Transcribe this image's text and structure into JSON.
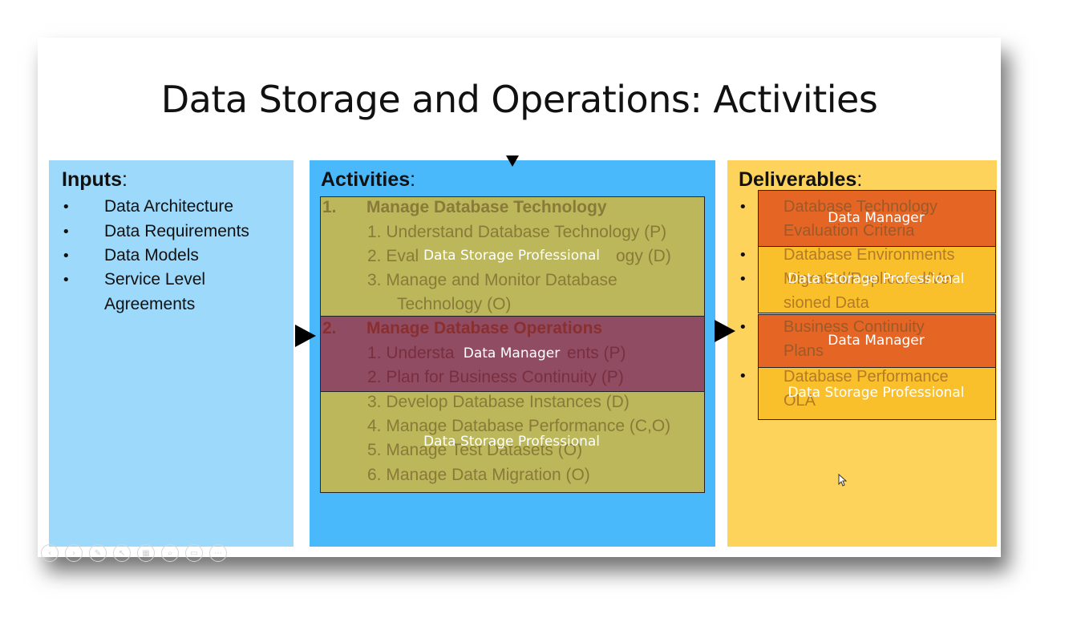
{
  "slide": {
    "title": "Data Storage and Operations: Activities"
  },
  "inputs": {
    "heading": "Inputs",
    "colon": ":",
    "items": [
      "Data Architecture",
      "Data Requirements",
      "Data Models",
      "Service Level",
      "Agreements"
    ],
    "bullet": "•"
  },
  "activities": {
    "heading": "Activities",
    "colon": ":",
    "g1_num": "1.",
    "g1_title": "Manage Database Technology",
    "g1_items": [
      "1. Understand Database Technology (P)",
      "2. Eval",
      "ogy (D)",
      "3. Manage and Monitor Database",
      "Technology (O)"
    ],
    "g2_num": "2.",
    "g2_title": "Manage Database Operations",
    "g2_items": [
      "1. Understa",
      "ents (P)",
      "2. Plan for Business Continuity (P)",
      "3. Develop Database Instances (D)",
      "4. Manage Database Performance (C,O)",
      "5. Manage Test Datasets (O)",
      "6. Manage Data Migration (O)"
    ]
  },
  "deliverables": {
    "heading": "Deliverables",
    "colon": ":",
    "bullet": "•",
    "items": [
      "Database Technology",
      "Evaluation Criteria",
      "Database Environments",
      "Migrated/Replicated/Ver",
      "sioned Data",
      "Business Continuity",
      "Plans",
      "Database Performance",
      "OLA"
    ]
  },
  "overlays": {
    "act1": "Data Storage Professional",
    "act2": "Data Manager",
    "act3": "Data Storage Professional",
    "del1": "Data Manager",
    "del2": "Data Storage Professional",
    "del3": "Data Manager",
    "del4": "Data Storage Professional"
  },
  "colors": {
    "inputs_bg": "#9dd9fb",
    "activities_bg": "#49b9fb",
    "deliverables_bg": "#fdd35b",
    "overlay_olive": "#c4b74e",
    "overlay_maroon": "#964456",
    "overlay_orange": "#e45f23",
    "overlay_gold": "#fabe28"
  },
  "toolbar": {
    "icons": [
      "back-icon",
      "forward-icon",
      "pen-icon",
      "pointer-icon",
      "slides-icon",
      "zoom-icon",
      "subtitles-icon",
      "more-icon"
    ],
    "glyphs": [
      "‹",
      "›",
      "✎",
      "↖",
      "▦",
      "⌕",
      "▭",
      "⋯"
    ]
  }
}
